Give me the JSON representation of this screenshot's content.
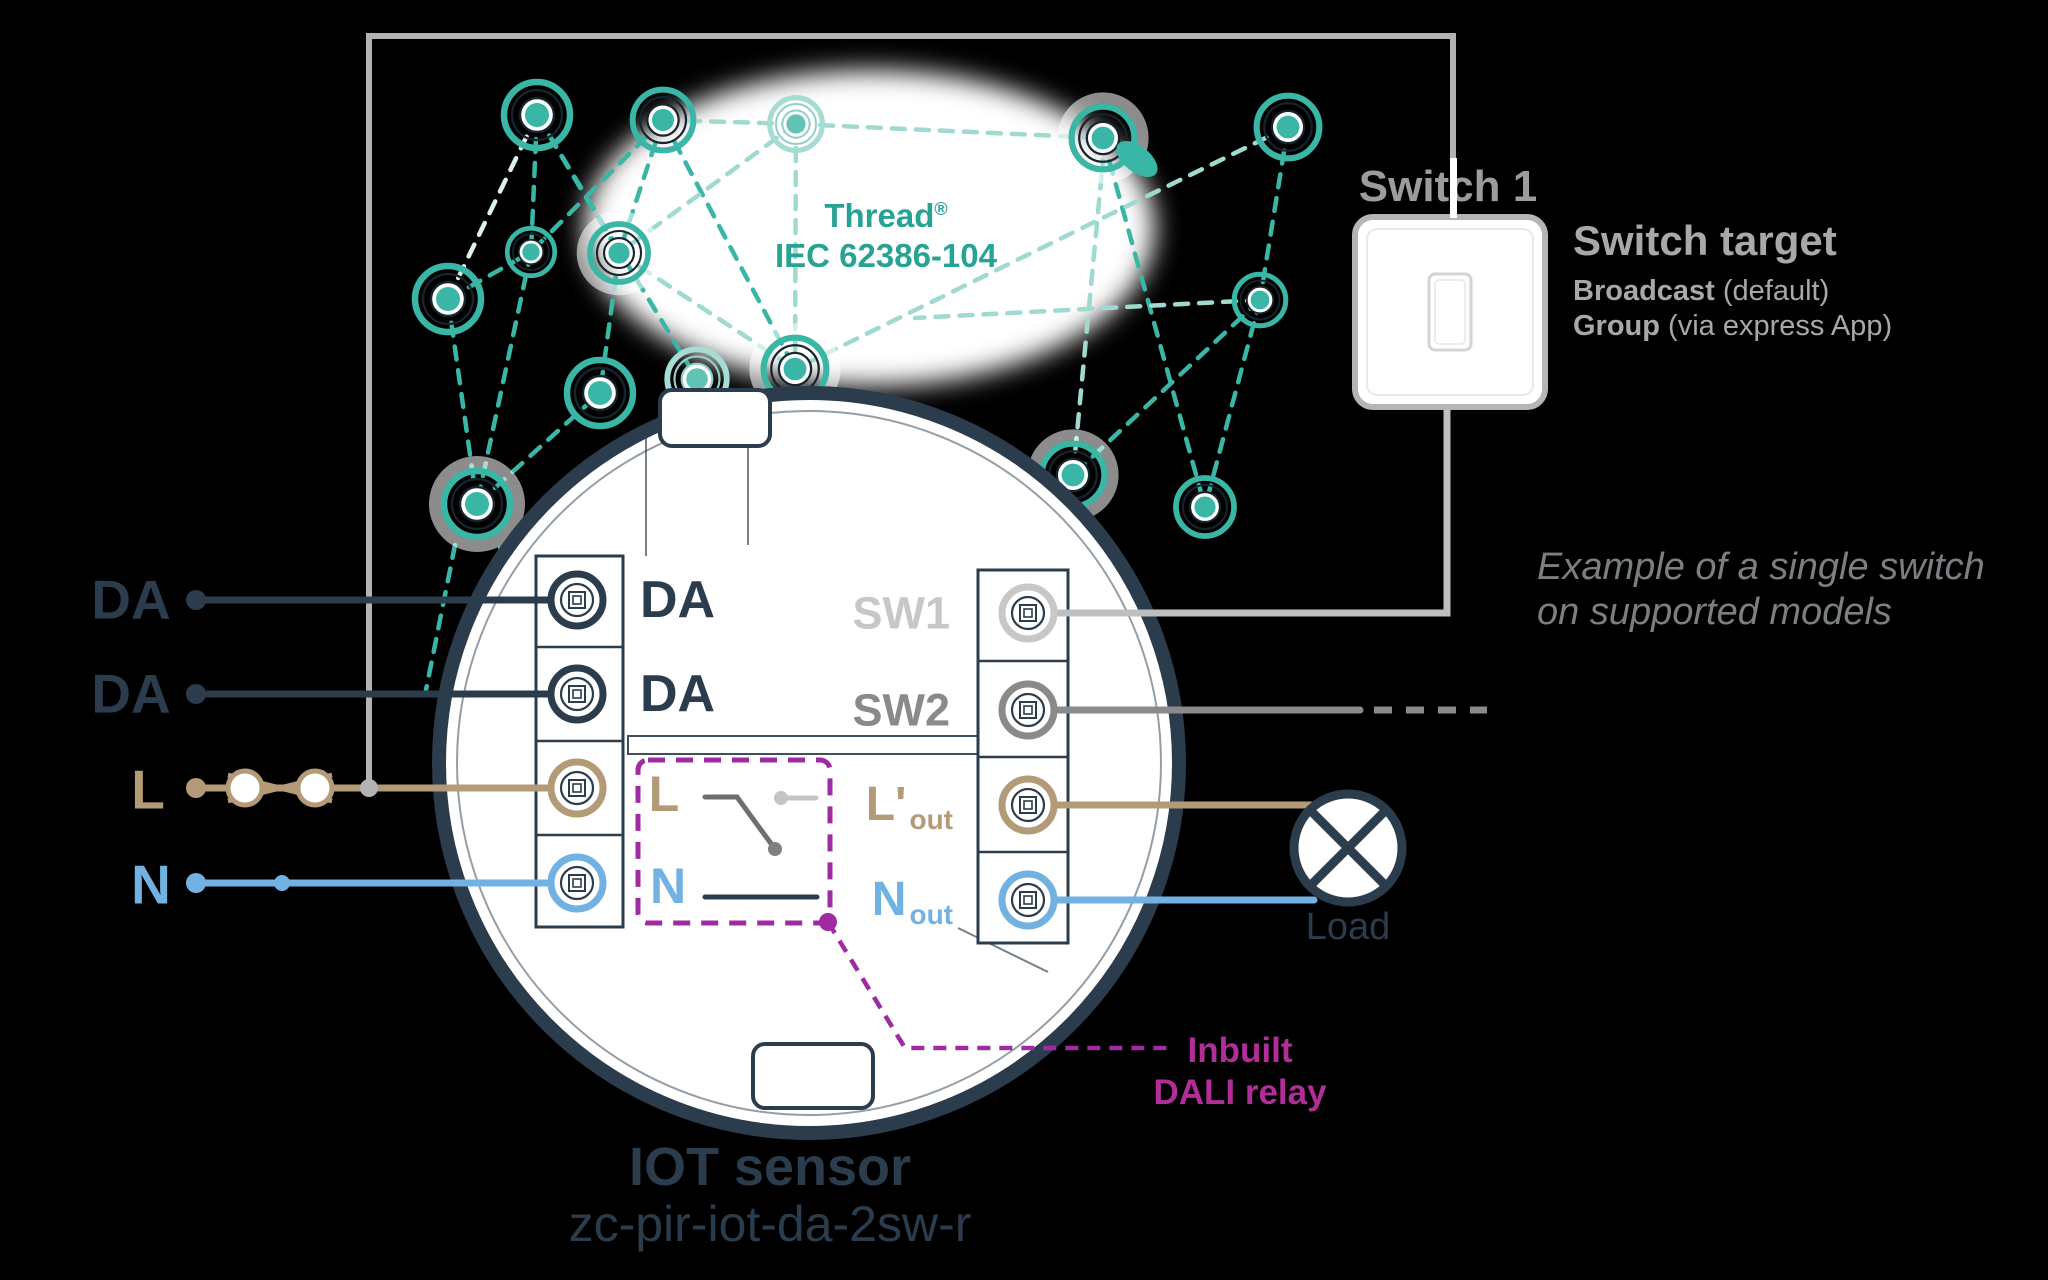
{
  "colors": {
    "teal": "#3ab6a6",
    "teal_text": "#27a395",
    "navy": "#2b3c4d",
    "tan": "#b49b77",
    "blue": "#72b2e2",
    "gray_wire": "#b3b3b3",
    "sw1_gray": "#c7c7c7",
    "sw2_gray": "#8a8a8a",
    "magenta_box": "#9e2ba2",
    "magenta_text": "#b12d97"
  },
  "network": {
    "thread": "Thread",
    "reg": "®",
    "standard": "IEC 62386-104"
  },
  "switch1": {
    "title": "Switch 1"
  },
  "switch_target": {
    "title": "Switch target",
    "option1_bold": "Broadcast",
    "option1_rest": " (default)",
    "option2_bold": "Group",
    "option2_rest": " (via express App)"
  },
  "note": {
    "line1": "Example of a single switch",
    "line2": "on supported models"
  },
  "input_wires": {
    "da1": "DA",
    "da2": "DA",
    "l": "L",
    "n": "N"
  },
  "sensor": {
    "title": "IOT sensor",
    "model": "zc-pir-iot-da-2sw-r",
    "terminals": {
      "da1": "DA",
      "da2": "DA",
      "sw1": "SW1",
      "sw2": "SW2",
      "lout": "L'",
      "lout_sub": "out",
      "nout": "N",
      "nout_sub": "out"
    }
  },
  "relay": {
    "l": "L",
    "n": "N",
    "label_line1": "Inbuilt",
    "label_line2": "DALI relay"
  },
  "load": {
    "label": "Load"
  }
}
